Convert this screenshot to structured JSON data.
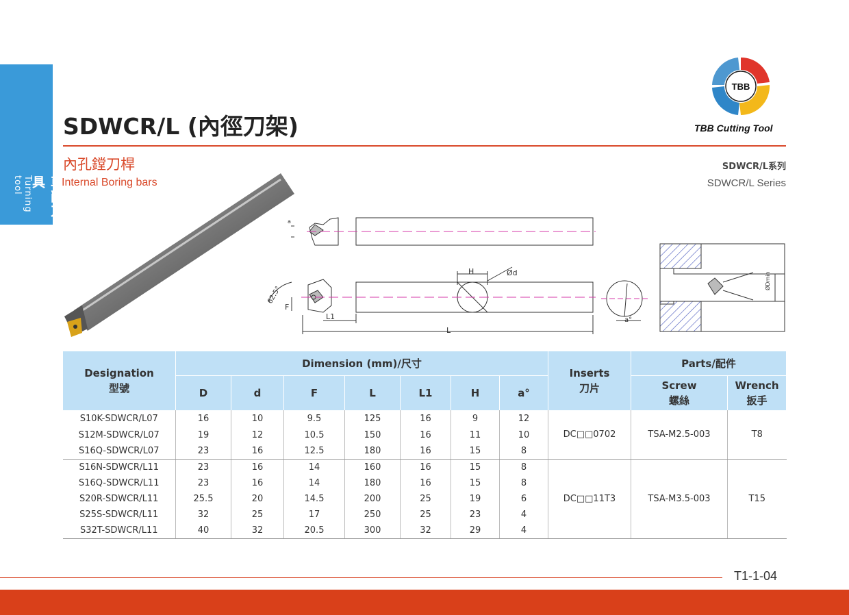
{
  "side_tab": {
    "zh": "車削刀具",
    "en": "Turning tool"
  },
  "header": {
    "title": "SDWCR/L (內徑刀架)",
    "subtitle_zh": "內孔鏜刀桿",
    "subtitle_en": "Internal Boring bars",
    "series_zh": "SDWCR/L系列",
    "series_en": "SDWCR/L Series"
  },
  "logo": {
    "mark": "TBB",
    "caption": "TBB Cutting Tool"
  },
  "drawing_labels": {
    "H": "H",
    "d": "Ød",
    "F": "F",
    "L1": "L1",
    "L": "L",
    "angle": "62.5°",
    "a": "a°",
    "dmin": "ØDmin",
    "a_small": "a"
  },
  "table": {
    "col_designation": "Designation",
    "col_designation_zh": "型號",
    "col_dimension": "Dimension (mm)/尺寸",
    "col_inserts": "Inserts",
    "col_inserts_zh": "刀片",
    "col_parts": "Parts/配件",
    "col_screw": "Screw",
    "col_screw_zh": "螺絲",
    "col_wrench": "Wrench",
    "col_wrench_zh": "扳手",
    "dim_cols": [
      "D",
      "d",
      "F",
      "L",
      "L1",
      "H",
      "a°"
    ],
    "groups": [
      {
        "insert": "DC□□0702",
        "screw": "TSA-M2.5-003",
        "wrench": "T8",
        "rows": [
          [
            "S10K-SDWCR/L07",
            "16",
            "10",
            "9.5",
            "125",
            "16",
            "9",
            "12"
          ],
          [
            "S12M-SDWCR/L07",
            "19",
            "12",
            "10.5",
            "150",
            "16",
            "11",
            "10"
          ],
          [
            "S16Q-SDWCR/L07",
            "23",
            "16",
            "12.5",
            "180",
            "16",
            "15",
            "8"
          ]
        ]
      },
      {
        "insert": "DC□□11T3",
        "screw": "TSA-M3.5-003",
        "wrench": "T15",
        "rows": [
          [
            "S16N-SDWCR/L11",
            "23",
            "16",
            "14",
            "160",
            "16",
            "15",
            "8"
          ],
          [
            "S16Q-SDWCR/L11",
            "23",
            "16",
            "14",
            "180",
            "16",
            "15",
            "8"
          ],
          [
            "S20R-SDWCR/L11",
            "25.5",
            "20",
            "14.5",
            "200",
            "25",
            "19",
            "6"
          ],
          [
            "S25S-SDWCR/L11",
            "32",
            "25",
            "17",
            "250",
            "25",
            "23",
            "4"
          ],
          [
            "S32T-SDWCR/L11",
            "40",
            "32",
            "20.5",
            "300",
            "32",
            "29",
            "4"
          ]
        ]
      }
    ]
  },
  "footer": {
    "page": "T1-1-04"
  },
  "colors": {
    "accent": "#d9492a",
    "tab": "#3a9ad9",
    "table_header": "#bfe0f6"
  }
}
